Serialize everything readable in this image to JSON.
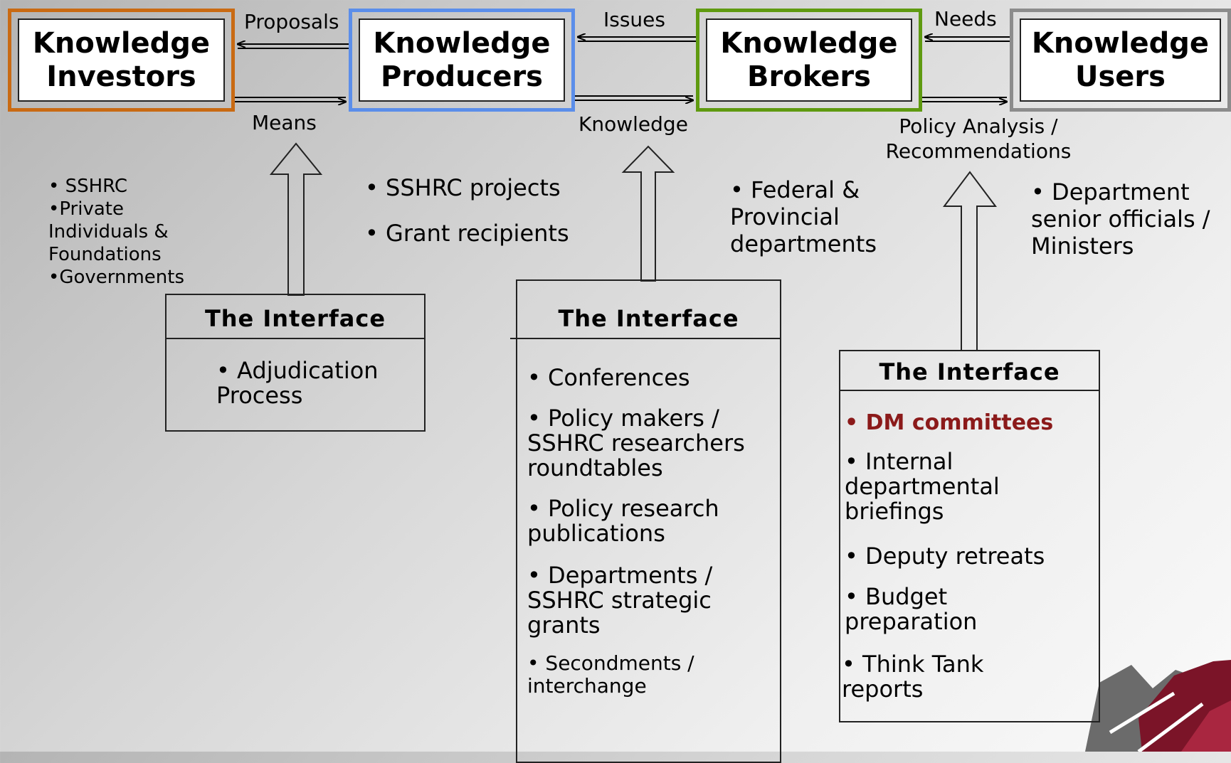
{
  "entities": {
    "investors": {
      "label": "Knowledge\nInvestors",
      "color": "#c96a13"
    },
    "producers": {
      "label": "Knowledge\nProducers",
      "color": "#5b8eea"
    },
    "brokers": {
      "label": "Knowledge\nBrokers",
      "color": "#5f9a10"
    },
    "users": {
      "label": "Knowledge\nUsers",
      "color": "#8c8c8c"
    }
  },
  "flows": {
    "proposals": "Proposals",
    "means": "Means",
    "issues": "Issues",
    "knowledge": "Knowledge",
    "needs": "Needs",
    "policy_analysis": "Policy Analysis /\nRecommendations"
  },
  "examples": {
    "investors": "•  SSHRC\n•Private\nIndividuals &\nFoundations\n•Governments",
    "producers": [
      "• SSHRC projects",
      "• Grant recipients"
    ],
    "brokers": "• Federal &\nProvincial\ndepartments",
    "users": "•  Department\nsenior officials /\nMinisters"
  },
  "interfaces": {
    "left": {
      "title": "The Interface",
      "items": [
        "• Adjudication\n  Process"
      ]
    },
    "middle": {
      "title": "The Interface",
      "items": [
        "• Conferences",
        "• Policy makers /\n   SSHRC researchers\n   roundtables",
        "• Policy research\n   publications",
        "• Departments /\n   SSHRC strategic\n   grants",
        "• Secondments /\n   interchange"
      ]
    },
    "right": {
      "title": "The Interface",
      "highlight": "• DM committees",
      "highlight_color": "#8b1a1a",
      "items": [
        "• Internal\n   departmental\n   briefings",
        "• Deputy retreats",
        "• Budget\n   preparation",
        "• Think Tank\nreports"
      ]
    }
  }
}
